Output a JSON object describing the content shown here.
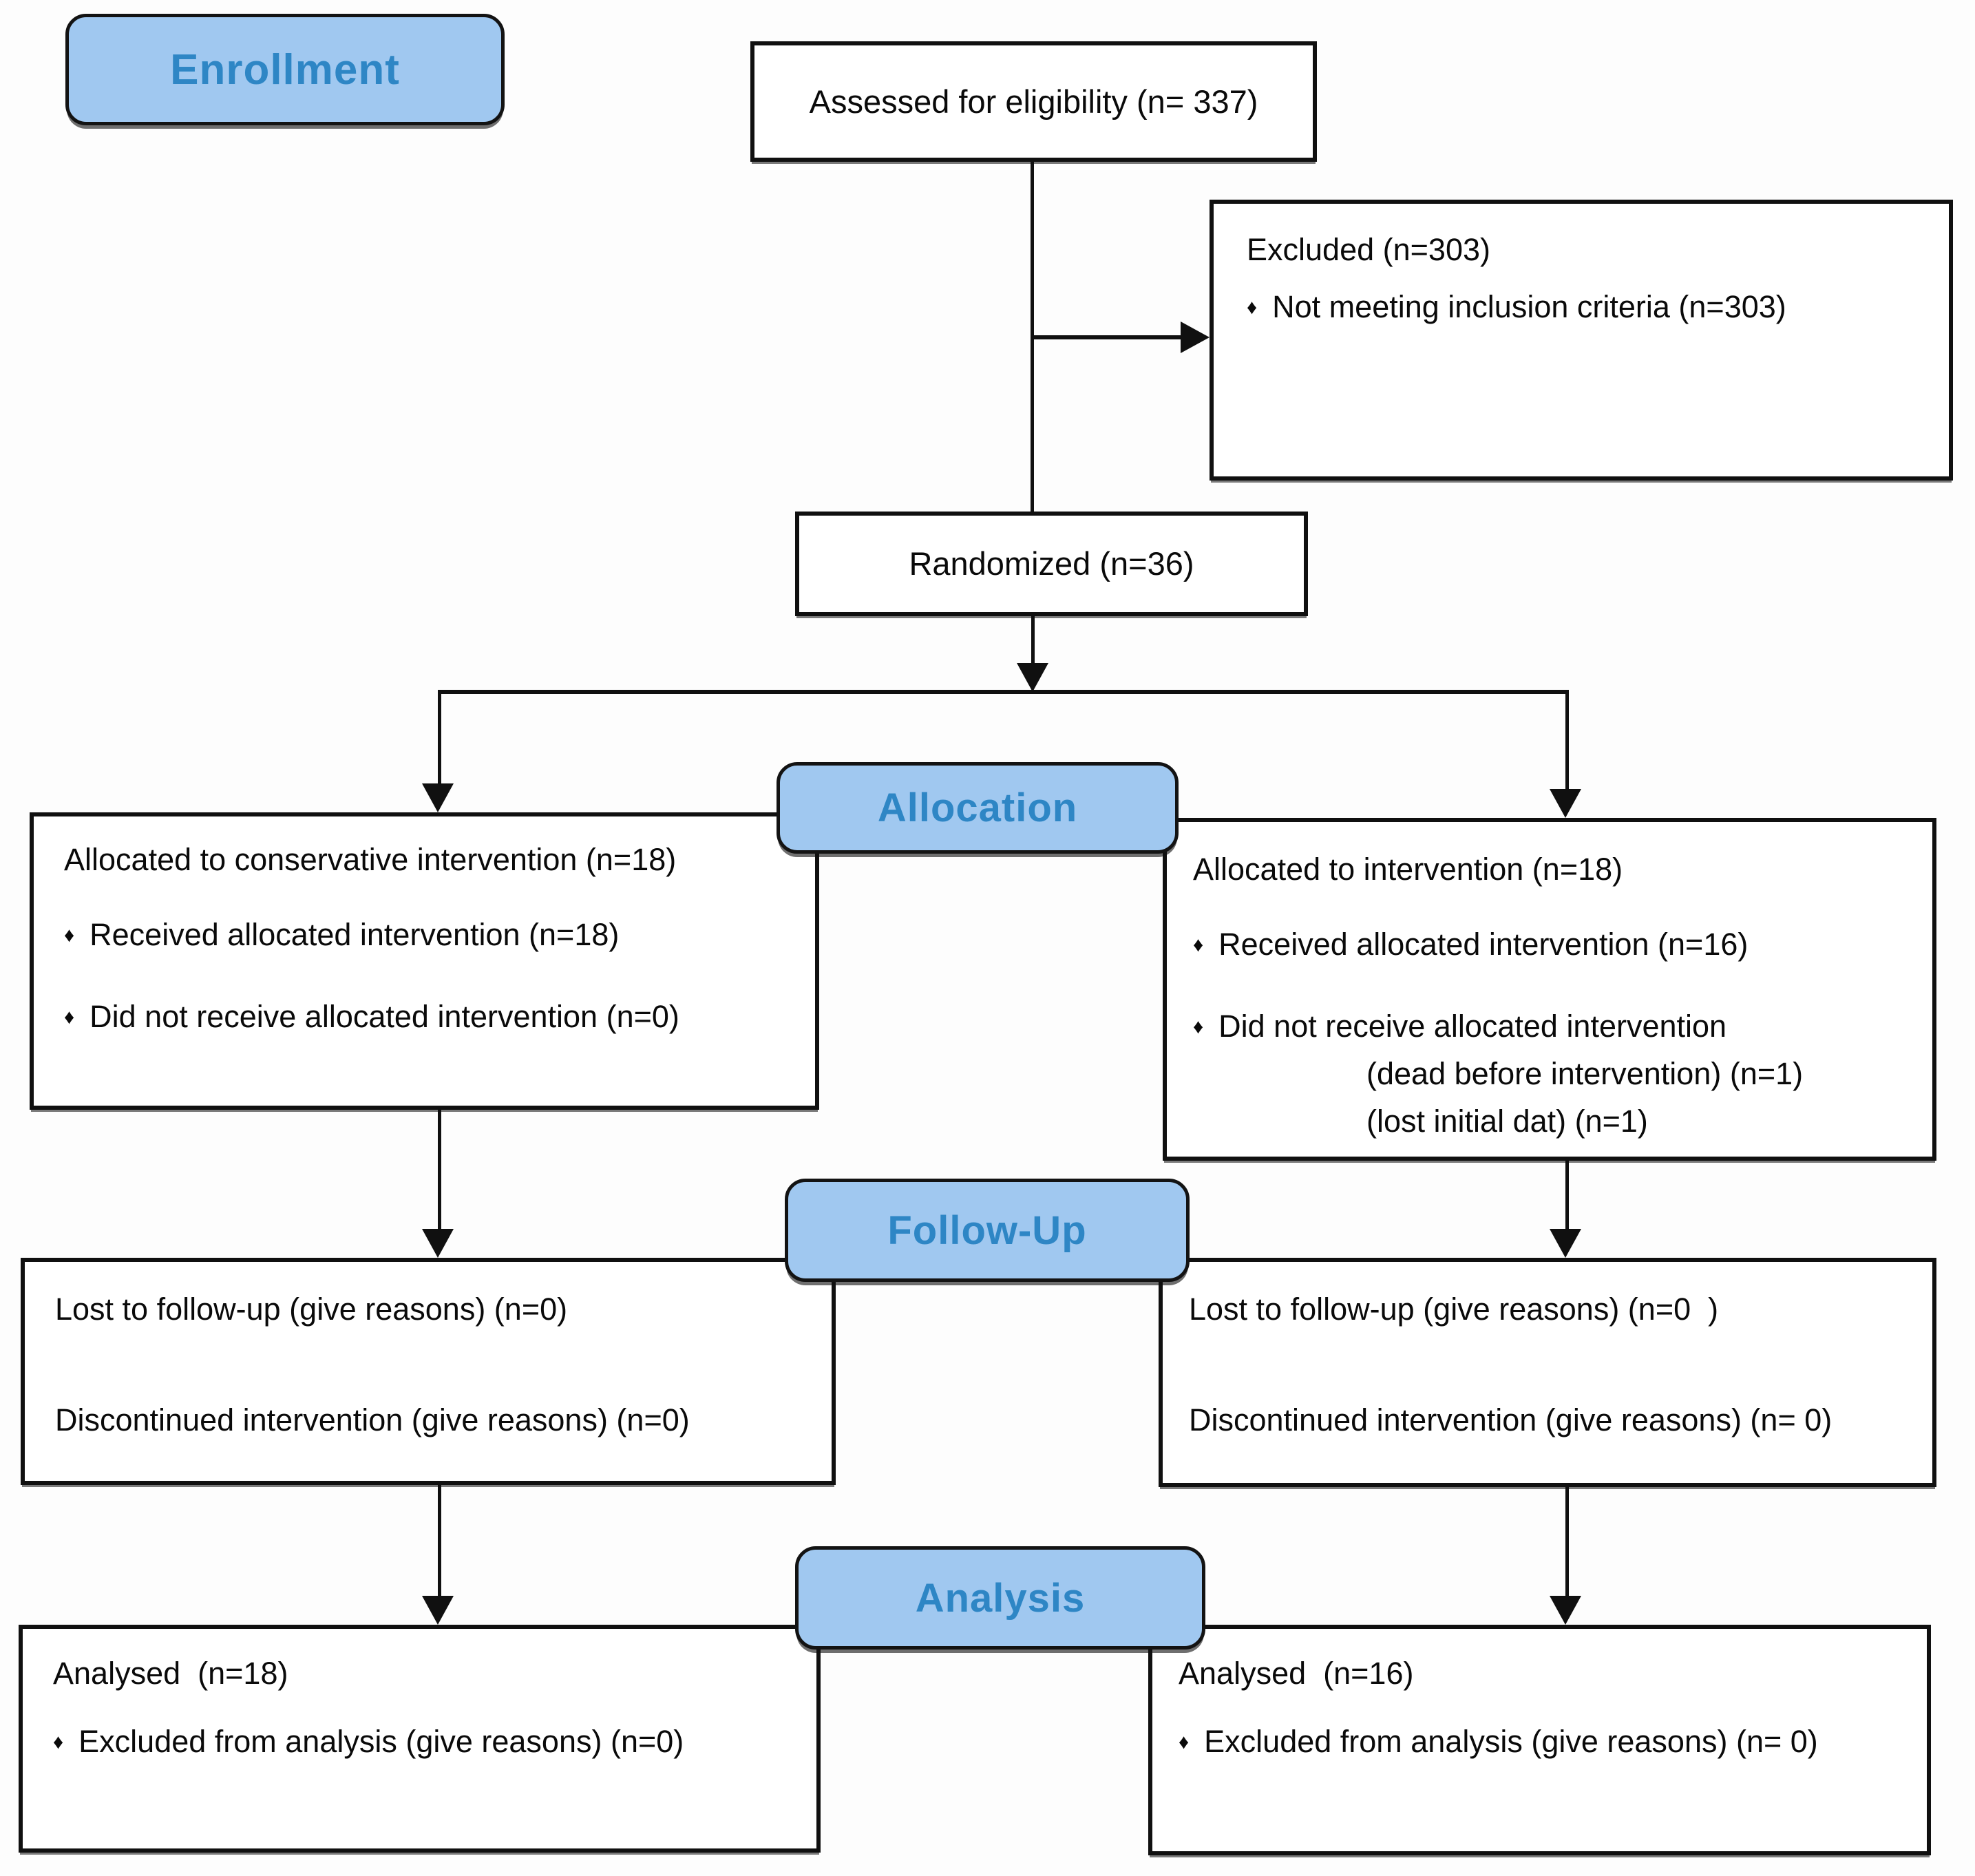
{
  "diagram": {
    "bullet": "♦",
    "colors": {
      "label_fill": "#a0c8f0",
      "label_text": "#2e86c5",
      "box_border": "#101010",
      "line_color": "#101010",
      "background": "#ffffff"
    },
    "stage_labels": {
      "enrollment": "Enrollment",
      "allocation": "Allocation",
      "follow_up": "Follow-Up",
      "analysis": "Analysis"
    },
    "boxes": {
      "assessed": {
        "text": "Assessed for eligibility (n= 337)"
      },
      "excluded": {
        "title": "Excluded (n=303)",
        "bullets": [
          "Not meeting inclusion criteria (n=303)"
        ]
      },
      "randomized": {
        "text": "Randomized (n=36)"
      },
      "alloc_left": {
        "title": "Allocated to conservative intervention (n=18)",
        "bullets": [
          "Received allocated intervention (n=18)",
          "Did not receive allocated intervention (n=0)"
        ]
      },
      "alloc_right": {
        "title": "Allocated to intervention (n=18)",
        "bullets": [
          "Received allocated intervention (n=16)",
          "Did not receive allocated intervention"
        ],
        "sub_lines": [
          "(dead before intervention) (n=1)",
          "(lost initial dat) (n=1)"
        ]
      },
      "followup_left": {
        "lines": [
          "Lost to follow-up (give reasons) (n=0)",
          "Discontinued intervention (give reasons) (n=0)"
        ]
      },
      "followup_right": {
        "lines": [
          "Lost to follow-up (give reasons) (n=0  )",
          "Discontinued intervention (give reasons) (n= 0)"
        ]
      },
      "analysis_left": {
        "title": "Analysed  (n=18)",
        "bullets": [
          "Excluded from analysis (give reasons) (n=0)"
        ]
      },
      "analysis_right": {
        "title": "Analysed  (n=16)",
        "bullets": [
          "Excluded from analysis (give reasons) (n= 0)"
        ]
      }
    }
  }
}
